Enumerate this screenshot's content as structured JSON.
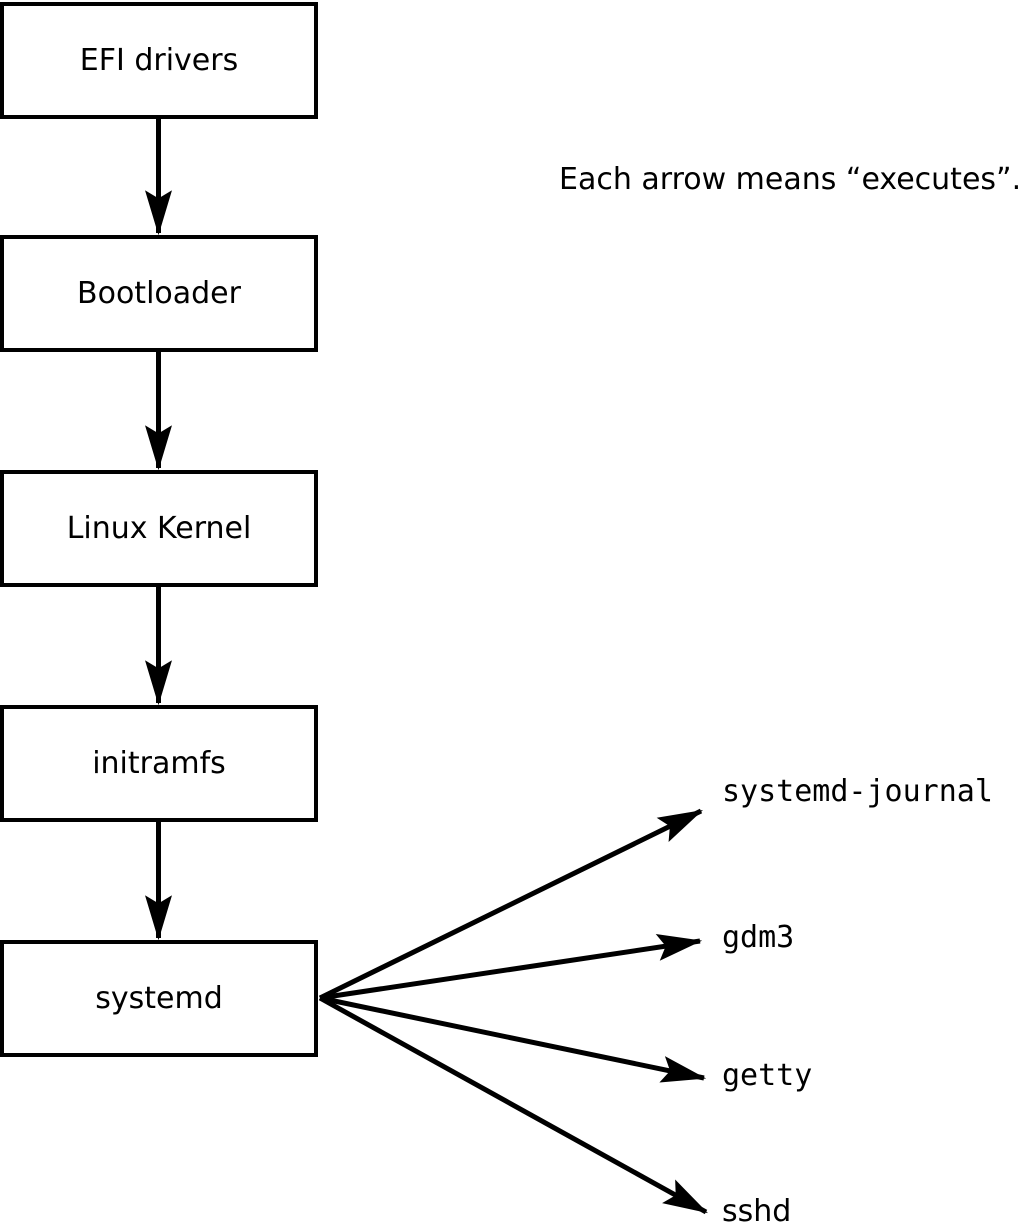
{
  "diagram": {
    "note": "Each arrow means “executes”.",
    "chain": [
      {
        "label": "EFI drivers"
      },
      {
        "label": "Bootloader"
      },
      {
        "label": "Linux Kernel"
      },
      {
        "label": "initramfs"
      },
      {
        "label": "systemd"
      }
    ],
    "spawned_processes": [
      {
        "label": "systemd-journal"
      },
      {
        "label": "gdm3"
      },
      {
        "label": "getty"
      },
      {
        "label": "sshd"
      }
    ],
    "colors": {
      "line": "#000000",
      "box_border": "#000000",
      "box_fill": "#ffffff",
      "background": "#ffffff",
      "text": "#000000"
    }
  }
}
